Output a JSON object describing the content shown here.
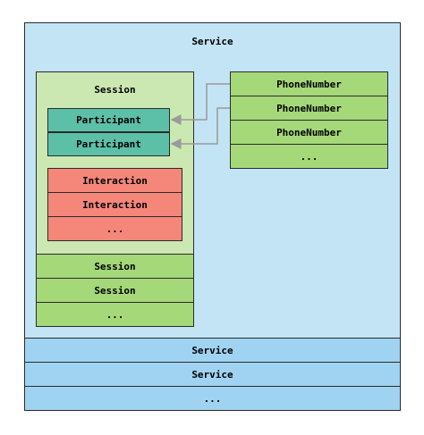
{
  "service": {
    "main_label": "Service",
    "rows": [
      "Service",
      "Service",
      "..."
    ]
  },
  "session": {
    "main_label": "Session",
    "rows": [
      "Session",
      "Session",
      "..."
    ]
  },
  "participants": [
    "Participant",
    "Participant"
  ],
  "interactions": [
    "Interaction",
    "Interaction",
    "..."
  ],
  "phone_numbers": [
    "PhoneNumber",
    "PhoneNumber",
    "PhoneNumber",
    "..."
  ],
  "colors": {
    "service_bg": "#c3e4f5",
    "service_row": "#9fd3f1",
    "session_bg": "#cbe8b2",
    "green_row": "#a5d879",
    "participant": "#5cbfa8",
    "interaction": "#f5877a",
    "arrow": "#9a9a9a"
  }
}
